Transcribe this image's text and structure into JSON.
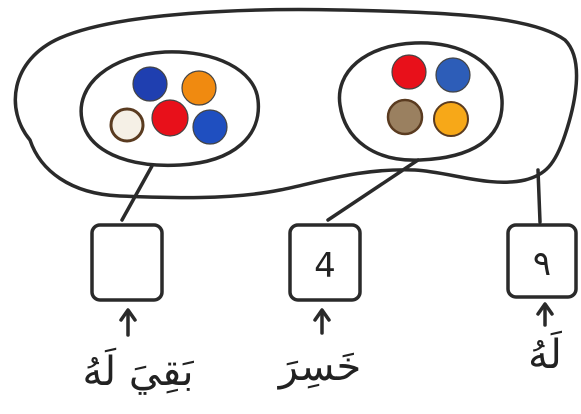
{
  "diagram": {
    "set_left": {
      "dots": [
        {
          "color": "#1f3fb0"
        },
        {
          "color": "#f08a10"
        },
        {
          "color": "#f5f0e6"
        },
        {
          "color": "#e8101a"
        },
        {
          "color": "#1f4fc0"
        }
      ]
    },
    "set_right": {
      "dots": [
        {
          "color": "#e8101a"
        },
        {
          "color": "#2d5db8"
        },
        {
          "color": "#9a8060"
        },
        {
          "color": "#f7a818"
        }
      ]
    },
    "boxes": {
      "left": {
        "value": ""
      },
      "middle": {
        "value": "4"
      },
      "right": {
        "value": "٩"
      }
    },
    "labels": {
      "left": "بَقِيَ لَهُ",
      "middle": "خَسِرَ",
      "right": "لَهُ"
    }
  }
}
